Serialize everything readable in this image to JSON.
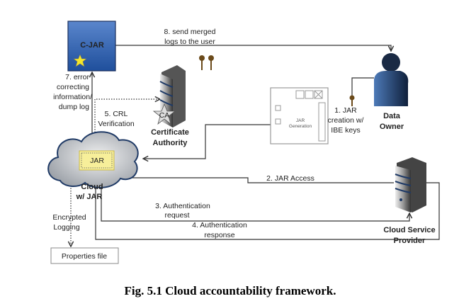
{
  "nodes": {
    "cjar": "C-JAR",
    "jar": "JAR",
    "cloud": [
      "Cloud",
      "w/ JAR"
    ],
    "ca_badge": "CA",
    "ca": [
      "Certificate",
      "Authority"
    ],
    "owner": [
      "Data",
      "Owner"
    ],
    "csp": [
      "Cloud Service",
      "Provider"
    ],
    "window": [
      "JAR",
      "Generation"
    ],
    "properties": "Properties file"
  },
  "edges": {
    "e1": [
      "1. JAR",
      "creation w/",
      "IBE keys"
    ],
    "e2": "2. JAR Access",
    "e3": [
      "3. Authentication",
      "request"
    ],
    "e4": [
      "4. Authentication",
      "response"
    ],
    "e5": [
      "5. CRL",
      "Verification"
    ],
    "e7": [
      "7. error",
      "correcting",
      "information/",
      "dump log"
    ],
    "e8": [
      "8. send merged",
      "logs to the user"
    ],
    "logging": [
      "Encrypted",
      "Logging"
    ]
  },
  "caption": "Fig. 5.1 Cloud accountability framework.",
  "colors": {
    "cjar": "#2f5ea8",
    "cloud": "#1f3a66",
    "jar": "#f7ef9a"
  }
}
